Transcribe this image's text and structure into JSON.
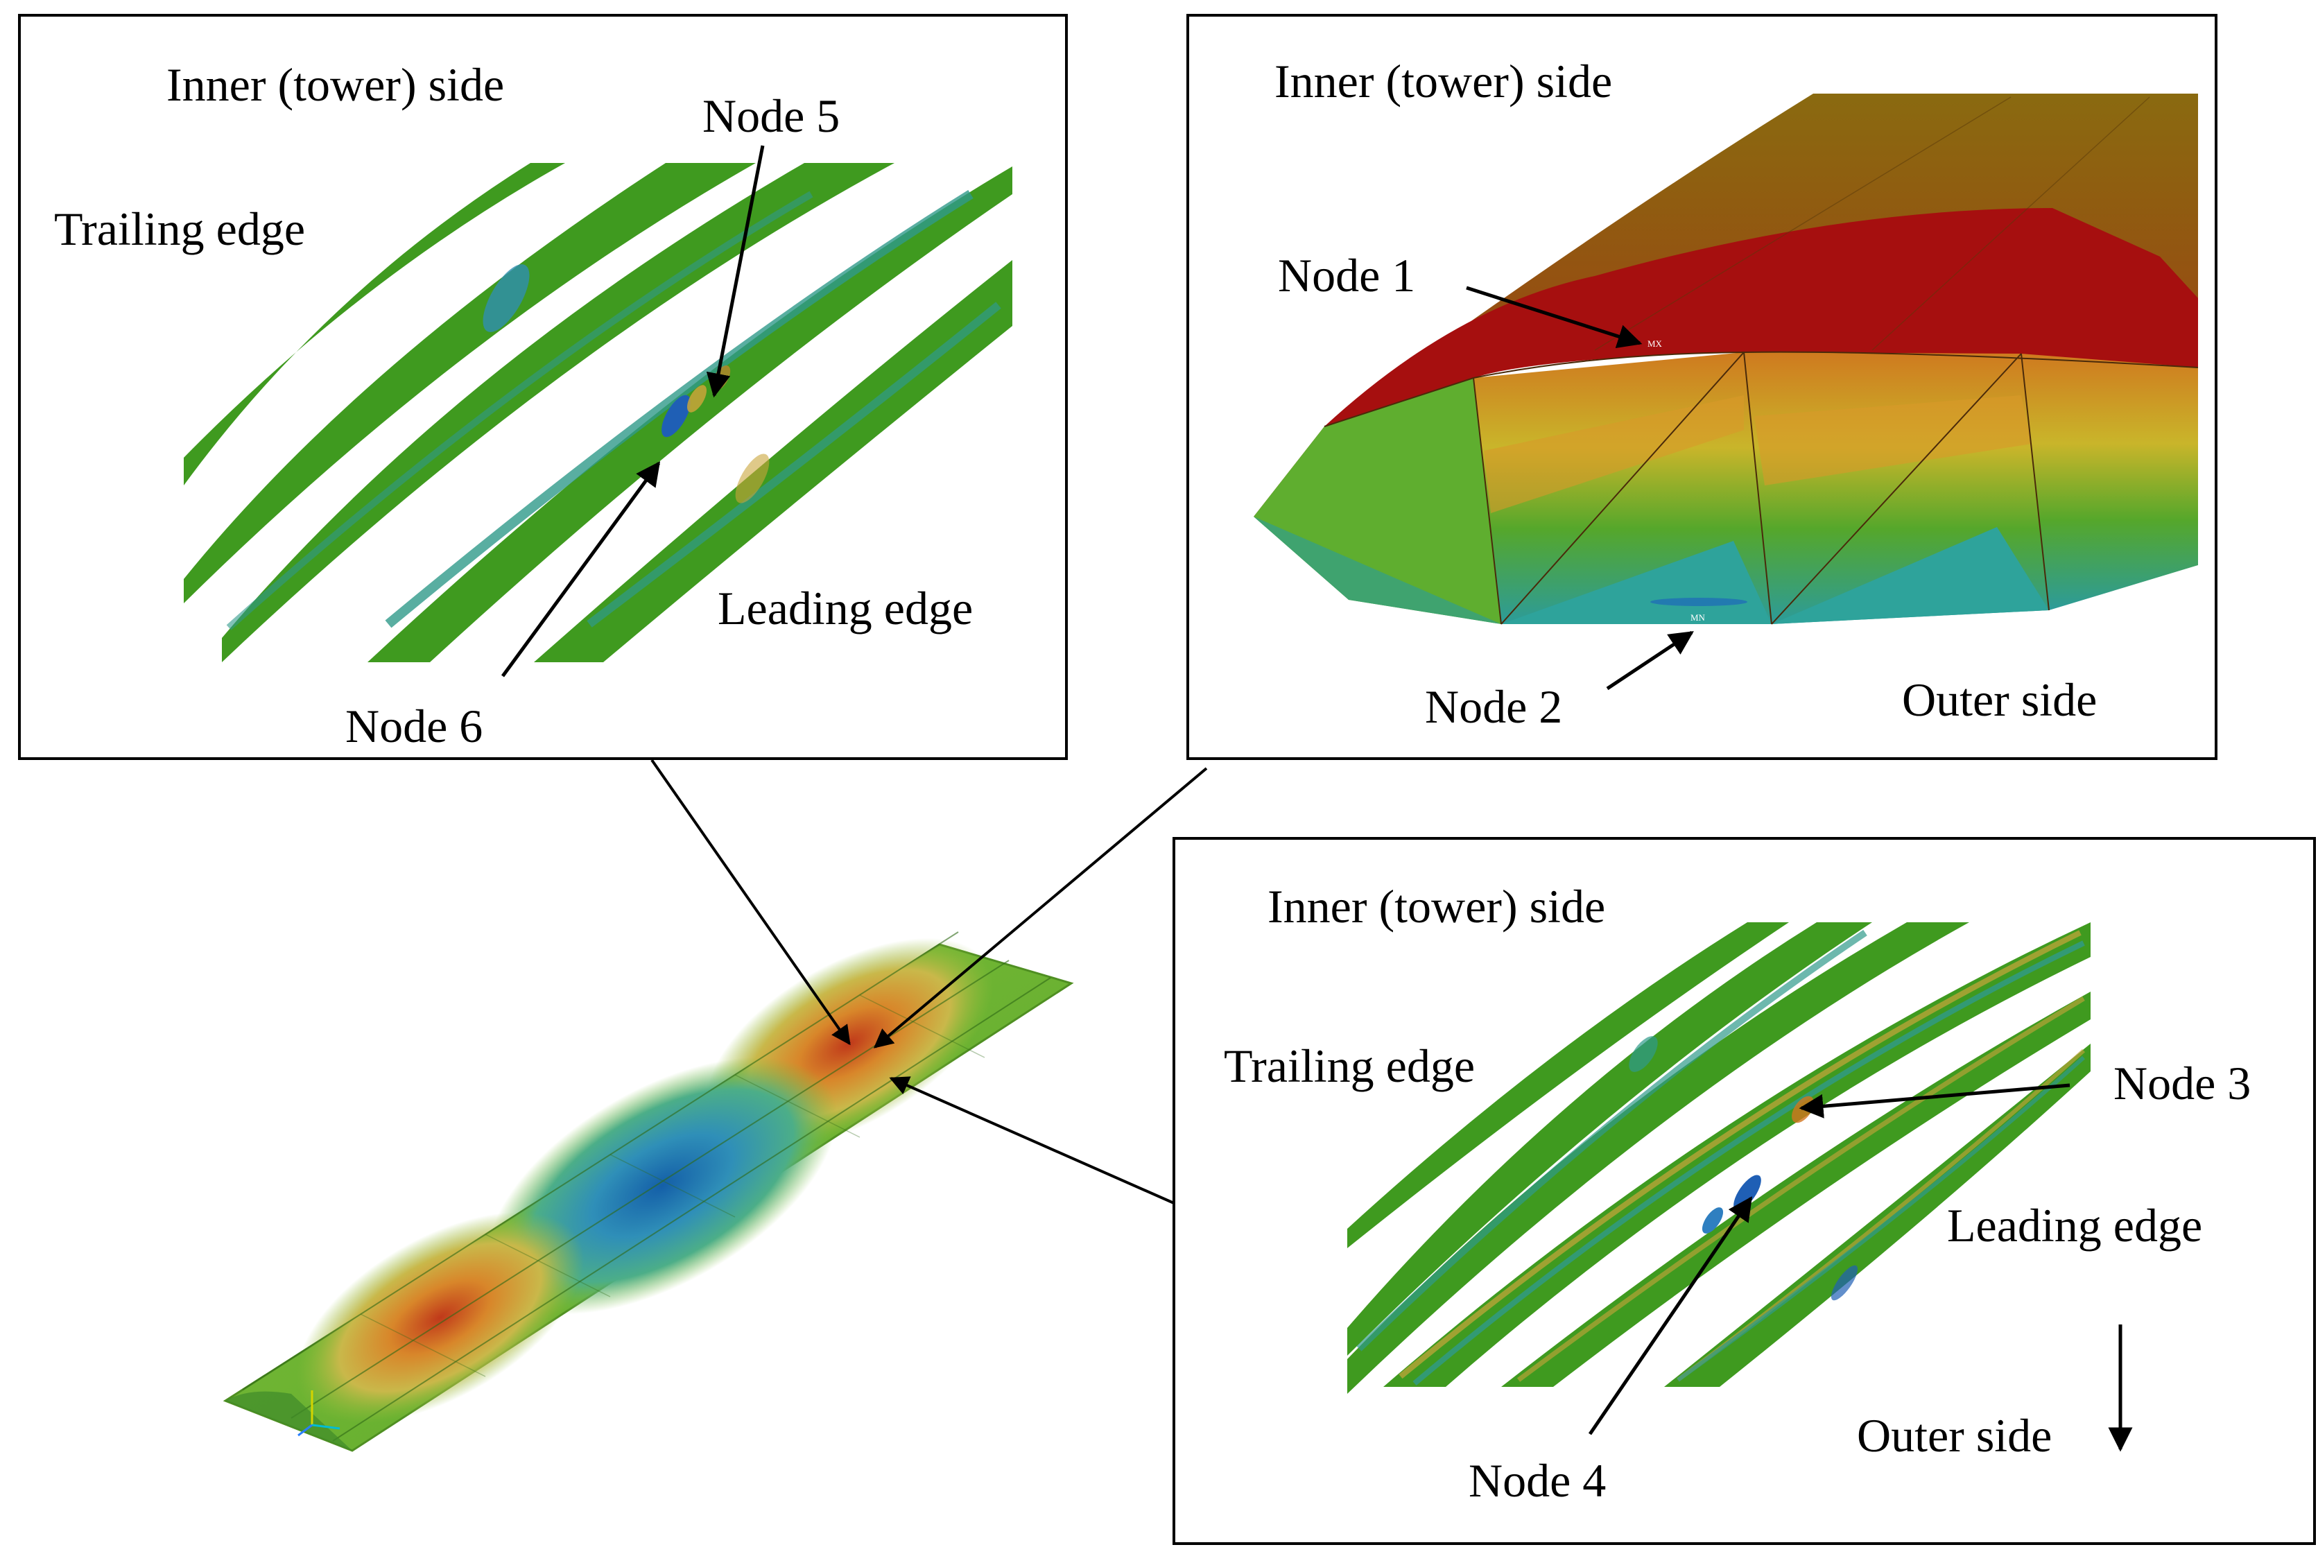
{
  "panels": {
    "top_left": {
      "inner_side": "Inner (tower) side",
      "trailing_edge": "Trailing edge",
      "leading_edge": "Leading edge",
      "node_5": "Node 5",
      "node_6": "Node 6"
    },
    "top_right": {
      "inner_side": "Inner (tower) side",
      "node_1": "Node 1",
      "node_2": "Node 2",
      "outer_side": "Outer side",
      "marker_max": "MX",
      "marker_min": "MN"
    },
    "bottom_right": {
      "inner_side": "Inner (tower) side",
      "trailing_edge": "Trailing edge",
      "leading_edge": "Leading edge",
      "node_3": "Node 3",
      "node_4": "Node 4",
      "outer_side": "Outer side"
    }
  },
  "colors": {
    "green": "#3f9a1f",
    "dark_green": "#2f8a18",
    "teal": "#2f9a8a",
    "blue": "#1f6fb5",
    "yellow": "#c9b52a",
    "orange": "#d2751e",
    "red": "#a60f0f",
    "olive": "#8a6a10"
  }
}
